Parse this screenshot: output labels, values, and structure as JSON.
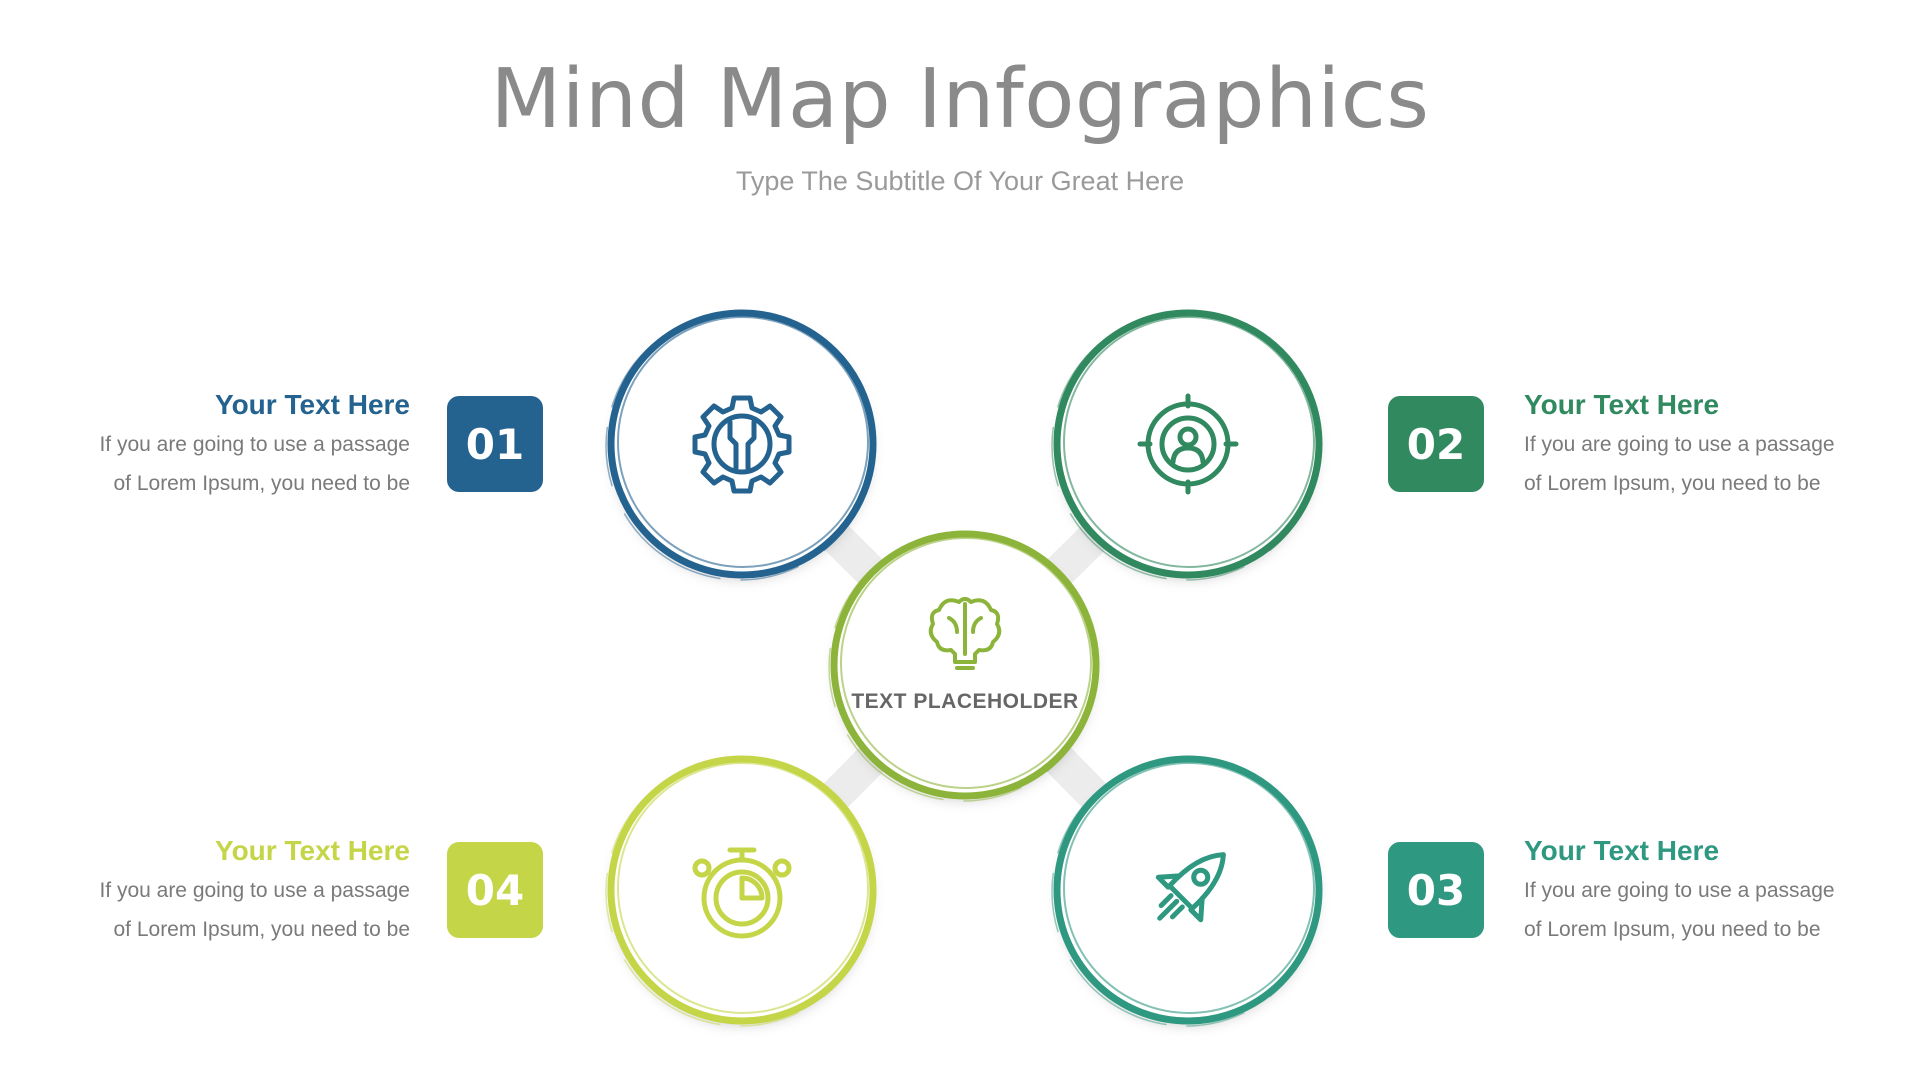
{
  "header": {
    "title": "Mind Map Infographics",
    "subtitle": "Type The Subtitle Of Your Great Here"
  },
  "center": {
    "label": "TEXT PLACEHOLDER",
    "icon": "brain-bulb-icon",
    "color": "#8db43a"
  },
  "items": [
    {
      "number": "01",
      "title": "Your Text Here",
      "line1": "If you are going to use a passage",
      "line2": "of Lorem Ipsum, you need to be",
      "icon": "gear-wrench-icon",
      "color": "#24628f"
    },
    {
      "number": "02",
      "title": "Your Text Here",
      "line1": "If you are going to use a passage",
      "line2": "of Lorem Ipsum, you need to be",
      "icon": "target-user-icon",
      "color": "#31895f"
    },
    {
      "number": "03",
      "title": "Your Text Here",
      "line1": "If you are going to use a passage",
      "line2": "of Lorem Ipsum, you need to be",
      "icon": "rocket-icon",
      "color": "#2f9880"
    },
    {
      "number": "04",
      "title": "Your Text Here",
      "line1": "If you are going to use a passage",
      "line2": "of Lorem Ipsum, you need to be",
      "icon": "stopwatch-icon",
      "color": "#c5d548"
    }
  ]
}
